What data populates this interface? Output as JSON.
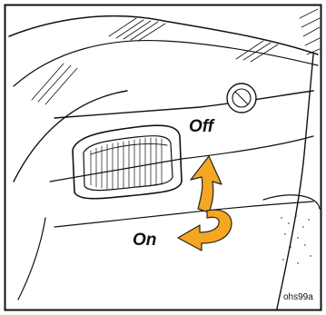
{
  "labels": {
    "off": "Off",
    "on": "On",
    "figure_code": "ohs99a"
  },
  "colors": {
    "arrow_fill": "#F5A623",
    "arrow_stroke": "#222222",
    "line": "#111111",
    "background": "#FFFFFF"
  }
}
